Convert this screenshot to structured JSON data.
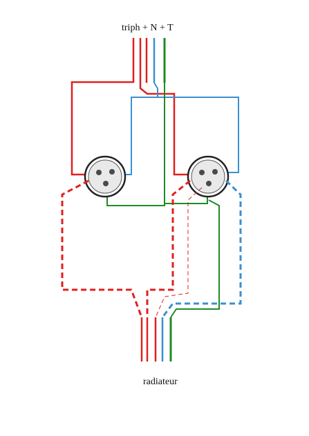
{
  "labels": {
    "top": "triph + N + T",
    "bottom": "radiateur"
  },
  "colors": {
    "phase": "#e0201e",
    "neutral": "#3a8fd0",
    "earth": "#1f8a26",
    "socket_ring": "#222222",
    "socket_fill": "#e9e9e9",
    "pin": "#4a4a4a"
  },
  "components": {
    "supply_cable": "triph + N + T",
    "sockets": [
      "socket-left",
      "socket-right"
    ],
    "load_cable": "radiateur"
  }
}
